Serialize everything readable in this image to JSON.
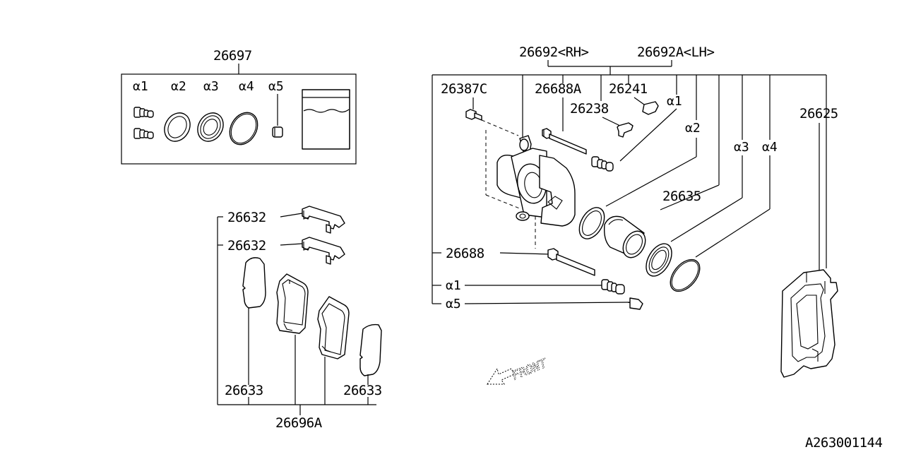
{
  "diagram_id": "A263001144",
  "front_label": "FRONT",
  "kit": {
    "part_no": "26697",
    "items": [
      "α1",
      "α2",
      "α3",
      "α4",
      "α5"
    ]
  },
  "caliper": {
    "rh": "26692<RH>",
    "lh": "26692A<LH>",
    "guide_pin_bolt": "26387C",
    "guide_pin_a": "26688A",
    "bleeder_cap": "26241",
    "bleeder_screw": "26238",
    "boot_a1_top": "α1",
    "piston_seal": "α2",
    "piston_boot": "α3",
    "ring": "α4",
    "piston": "26635",
    "support": "26625",
    "guide_pin": "26688",
    "boot_a1_low": "α1",
    "bushing": "α5"
  },
  "pads": {
    "clip_1": "26632",
    "clip_2": "26632",
    "shim_left": "26633",
    "shim_right": "26633",
    "pad_set": "26696A"
  }
}
